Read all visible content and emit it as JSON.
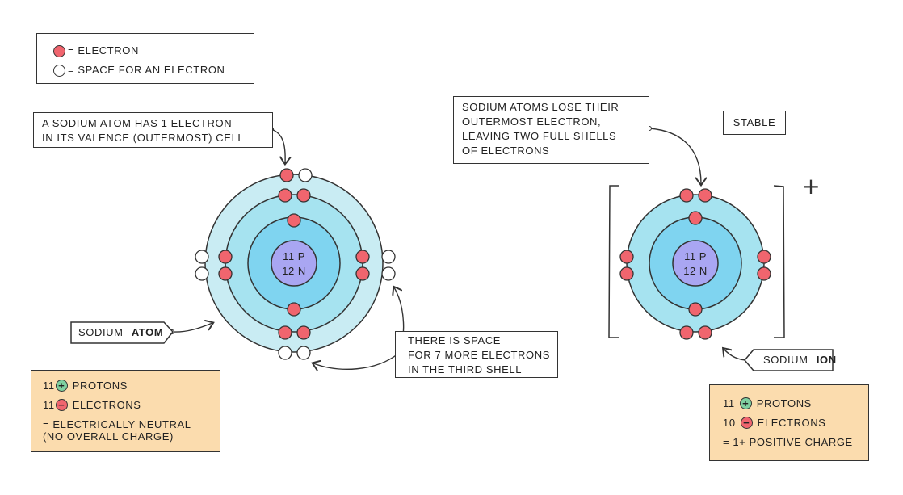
{
  "legend": {
    "electron": "= ELECTRON",
    "space": "= SPACE  FOR  AN  ELECTRON"
  },
  "atom": {
    "callout_line1": "A SODIUM  ATOM  HAS  1 ELECTRON",
    "callout_line2": "IN  ITS  VALENCE  (OUTERMOST)  CELL",
    "nucleus_line1": "11 P",
    "nucleus_line2": "12 N",
    "tag_prefix": "SODIUM",
    "tag_bold": "ATOM",
    "space_line1": "THERE  IS  SPACE",
    "space_line2": "FOR  7  MORE  ELECTRONS",
    "space_line3": "IN  THE  THIRD  SHELL",
    "info_protons_num": "11",
    "info_protons": "PROTONS",
    "info_electrons_num": "11",
    "info_electrons": "ELECTRONS",
    "info_line3": "= ELECTRICALLY   NEUTRAL",
    "info_line4": "(NO  OVERALL  CHARGE)"
  },
  "ion": {
    "callout_line1": "SODIUM  ATOMS  LOSE  THEIR",
    "callout_line2": "OUTERMOST  ELECTRON,",
    "callout_line3": "LEAVING   TWO  FULL  SHELLS",
    "callout_line4": "OF  ELECTRONS",
    "stable": "STABLE",
    "charge": "+",
    "nucleus_line1": "11 P",
    "nucleus_line2": "12 N",
    "tag_prefix": "SODIUM",
    "tag_bold": "ION",
    "info_protons_num": "11",
    "info_protons": "PROTONS",
    "info_electrons_num": "10",
    "info_electrons": "ELECTRONS",
    "info_line3": "= 1+  POSITIVE  CHARGE"
  },
  "symbols": {
    "plus": "+",
    "minus": "−"
  },
  "colors": {
    "outer_shell": "#c9ecf3",
    "inner_shell": "#a6e3f0",
    "nucleus_ring": "#7fd4f0",
    "nucleus": "#a9a6f2",
    "electron": "#f0656e",
    "info_bg": "#fbdcae",
    "proton_symbol": "#7fd0a0"
  }
}
